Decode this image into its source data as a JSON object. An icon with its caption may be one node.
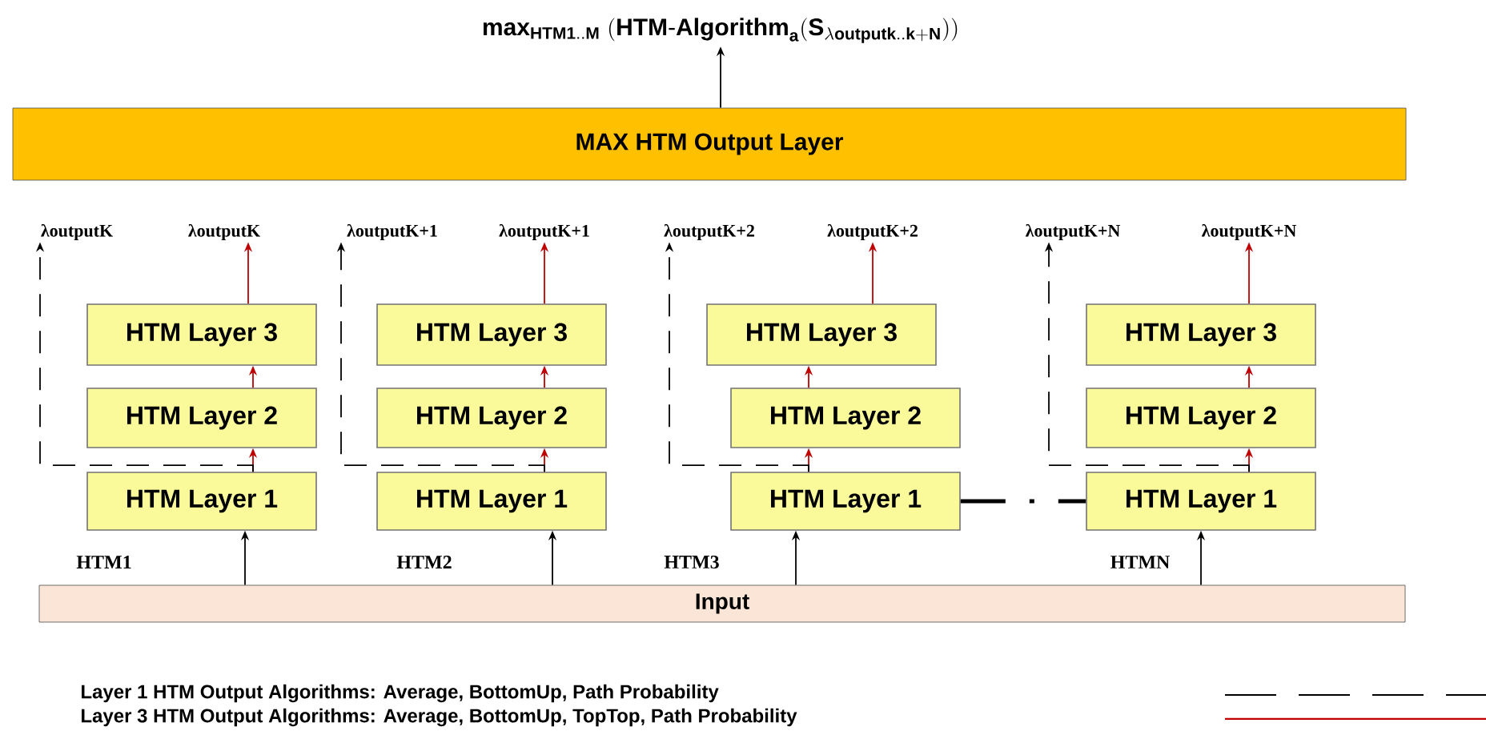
{
  "diagram": {
    "nodes": [
      {
        "text": [
          "\\mathbf{max}_{\\mathbf{HTM1..M}}\\ (\\mathbf{HTM\\mbox{-}Algorithm}_{\\mathbf{a}}(\\mathbf{S}_{\\lambda\\mathbf{outputk..k+N}}))"
        ]
      },
      {
        "text": [
          "MAX HTM Output Layer"
        ]
      },
      {
        "text": [
          "λoutputK"
        ]
      },
      {
        "text": [
          "λoutputK"
        ]
      },
      {
        "text": [
          "λoutputK+1"
        ]
      },
      {
        "text": [
          "λoutputK+1"
        ]
      },
      {
        "text": [
          "λoutputK+2"
        ]
      },
      {
        "text": [
          "λoutputK+2"
        ]
      },
      {
        "text": [
          "λoutputK+N"
        ]
      },
      {
        "text": [
          "λoutputK+N"
        ]
      },
      {
        "text": [
          "HTM Layer 3"
        ]
      },
      {
        "text": [
          "HTM Layer 2"
        ]
      },
      {
        "text": [
          "HTM Layer 1"
        ]
      },
      {
        "text": [
          "HTM Layer 3"
        ]
      },
      {
        "text": [
          "HTM Layer 2"
        ]
      },
      {
        "text": [
          "HTM Layer 1"
        ]
      },
      {
        "text": [
          "HTM Layer 3"
        ]
      },
      {
        "text": [
          "HTM Layer 2"
        ]
      },
      {
        "text": [
          "HTM Layer 1"
        ]
      },
      {
        "text": [
          "HTM Layer 3"
        ]
      },
      {
        "text": [
          "HTM Layer 2"
        ]
      },
      {
        "text": [
          "HTM Layer 1"
        ]
      },
      {
        "text": [
          "Input"
        ]
      }
    ],
    "edges": [
      {
        "from": 1,
        "to": 0,
        "arrow": "to",
        "color": "#000000"
      },
      {
        "from": 12,
        "to": 11,
        "arrow": "to"
      },
      {
        "from": 11,
        "to": 10,
        "arrow": "to"
      },
      {
        "from": 10,
        "to": 3,
        "arrow": "to"
      },
      {
        "from": 12,
        "to": 2,
        "arrow": "to",
        "style": "dashed",
        "color": "#000000"
      },
      {
        "from": 22,
        "to": 12,
        "arrow": "to",
        "color": "#000000"
      },
      {
        "from": 15,
        "to": 14,
        "arrow": "to"
      },
      {
        "from": 14,
        "to": 13,
        "arrow": "to"
      },
      {
        "from": 13,
        "to": 5,
        "arrow": "to"
      },
      {
        "from": 15,
        "to": 4,
        "arrow": "to",
        "style": "dashed",
        "color": "#000000"
      },
      {
        "from": 22,
        "to": 15,
        "arrow": "to",
        "color": "#000000"
      },
      {
        "from": 18,
        "to": 17,
        "arrow": "to"
      },
      {
        "from": 17,
        "to": 16,
        "arrow": "to"
      },
      {
        "from": 16,
        "to": 7,
        "arrow": "to"
      },
      {
        "from": 18,
        "to": 6,
        "arrow": "to",
        "style": "dashed",
        "color": "#000000"
      },
      {
        "from": 22,
        "to": 18,
        "arrow": "to",
        "color": "#000000"
      },
      {
        "from": 21,
        "to": 20,
        "arrow": "to"
      },
      {
        "from": 20,
        "to": 19,
        "arrow": "to"
      },
      {
        "from": 19,
        "to": 9,
        "arrow": "to"
      },
      {
        "from": 21,
        "to": 8,
        "arrow": "to",
        "style": "dashed",
        "color": "#000000"
      },
      {
        "from": 22,
        "to": 21,
        "arrow": "to",
        "color": "#000000"
      },
      {
        "from": 18,
        "to": 21,
        "arrow": "none",
        "style": "dashed",
        "color": "#000000"
      }
    ],
    "labels": [
      "HTM1",
      "HTM2",
      "HTM3",
      "HTMN"
    ],
    "legend": [
      {
        "text": "Layer 1 HTM Output Algorithms: Average, BottomUp, Path Probability"
      },
      {
        "text": "Layer 3 HTM  Output Algorithms: Average, BottomUp, TopTop, Path Probability"
      }
    ]
  }
}
